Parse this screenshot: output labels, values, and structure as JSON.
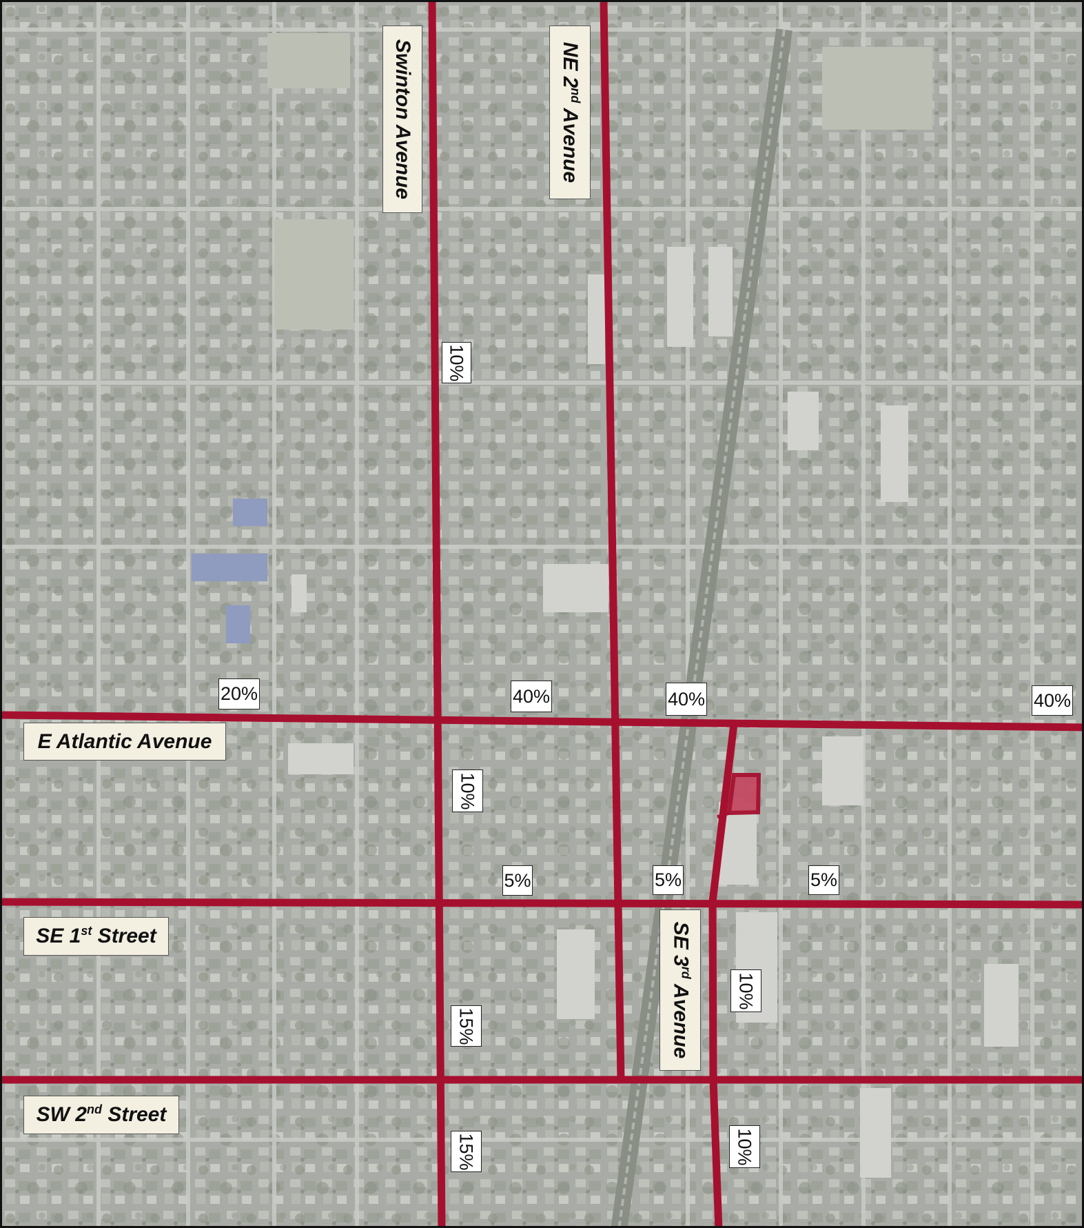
{
  "map": {
    "colors": {
      "road_line": "#a6102f",
      "background": "#a9aca6",
      "label_bg": "#f3f0e2",
      "site_fill": "#c44a63"
    },
    "street_labels": {
      "swinton": {
        "name": "Swinton Avenue"
      },
      "ne2nd": {
        "prefix": "NE 2",
        "ordinal": "nd",
        "suffix": " Avenue"
      },
      "atlantic": {
        "name": "E Atlantic Avenue"
      },
      "se1st": {
        "prefix": "SE 1",
        "ordinal": "st",
        "suffix": " Street"
      },
      "se3rd": {
        "prefix": "SE 3",
        "ordinal": "rd",
        "suffix": " Avenue"
      },
      "sw2nd": {
        "prefix": "SW 2",
        "ordinal": "nd",
        "suffix": " Street"
      }
    },
    "percentages": {
      "swinton_north": "10%",
      "atlantic_west": "20%",
      "atlantic_mid_west": "40%",
      "atlantic_mid_east": "40%",
      "atlantic_east": "40%",
      "swinton_atlantic_to_se1st": "10%",
      "se1st_west": "5%",
      "se1st_mid": "5%",
      "se1st_east": "5%",
      "swinton_se1st_to_sw2nd": "15%",
      "se3rd_se1st_to_sw2nd": "10%",
      "swinton_south": "15%",
      "se3rd_south": "10%"
    }
  }
}
